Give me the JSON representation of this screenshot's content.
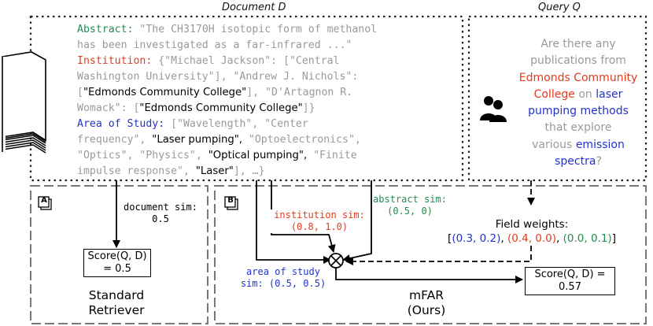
{
  "headers": {
    "document": "Document D",
    "query": "Query Q"
  },
  "document": {
    "abstract_key": "Abstract:",
    "abstract_text": "\"The CH3170H isotopic form of methanol",
    "abstract_text_2": "has been investigated as a far-infrared ...\"",
    "institution_key": "Institution:",
    "inst_line1": "{\"Michael Jackson\": [\"Central",
    "inst_line2": "Washington University\"], \"Andrew J. Nichols\":",
    "inst_l3_a": "[",
    "inst_l3_b": "\"Edmonds Community College\"",
    "inst_l3_c": "], \"D'Artagnon R.",
    "inst_l4_a": "Womack\": [",
    "inst_l4_b": "\"Edmonds Community College\"",
    "inst_l4_c": "]}",
    "area_key": "Area of Study:",
    "area_line1": "[\"Wavelength\", \"Center",
    "area_l2_a": "frequency\", ",
    "area_l2_b": "\"Laser pumping\",",
    "area_l2_c": " \"Optoelectronics\",",
    "area_l3_a": "\"Optics\", \"Physics\", ",
    "area_l3_b": "\"Optical pumping\",",
    "area_l3_c": " \"Finite",
    "area_l4_a": "impulse response\", ",
    "area_l4_b": "\"Laser\"",
    "area_l4_c": "], …}"
  },
  "query": {
    "l1": "Are there any",
    "l2": "publications from",
    "l3": "Edmonds Community",
    "l4a": "College",
    "l4b": " on ",
    "l4c": "laser",
    "l5": "pumping methods",
    "l6": "that explore",
    "l7a": "various ",
    "l7b": "emission",
    "l8a": "spectra",
    "l8b": "?"
  },
  "panel_a": {
    "badge": "A",
    "sim_label_1": "document sim:",
    "sim_value": "0.5",
    "score_line1": "Score(Q, D)",
    "score_line2": "= 0.5",
    "name_line1": "Standard",
    "name_line2": "Retriever"
  },
  "panel_b": {
    "badge": "B",
    "abstract_sim_1": "abstract sim:",
    "abstract_sim_2": "(0.5, 0)",
    "institution_sim_1": "institution sim:",
    "institution_sim_2": "(0.8, 1.0)",
    "area_sim_1": "area of study",
    "area_sim_2": "sim: (0.5, 0.5)",
    "weights_title": "Field weights:",
    "w_open": "[",
    "w_blue": "(0.3, 0.2)",
    "w_sep1": ", ",
    "w_red": "(0.4, 0.0)",
    "w_sep2": ", ",
    "w_green": "(0.0, 0.1)",
    "w_close": "]",
    "score_line1": "Score(Q, D) =",
    "score_line2": "0.57",
    "name_line1": "mFAR",
    "name_line2": "(Ours)"
  },
  "colors": {
    "abstract": "#1e8f4e",
    "institution": "#e53b1c",
    "area": "#2233cc",
    "muted": "#9a9a9a"
  },
  "icons": [
    "document-stack-icon",
    "users-icon",
    "multiply-circle-icon"
  ]
}
